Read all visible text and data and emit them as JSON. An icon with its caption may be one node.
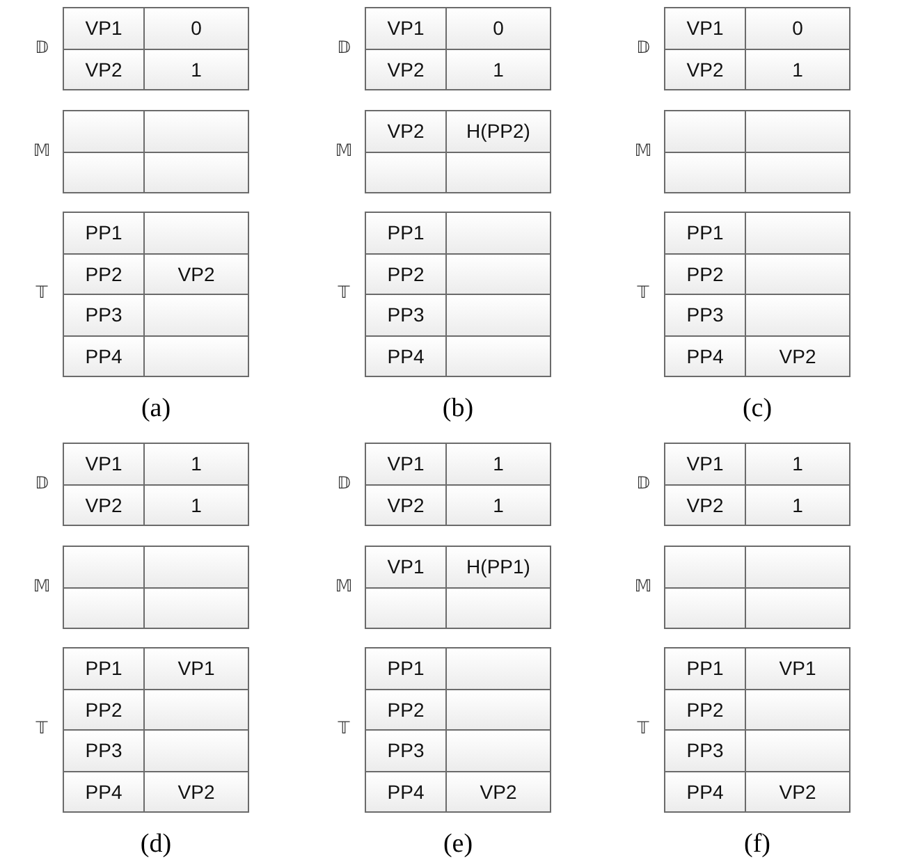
{
  "diagram": {
    "labels": [
      "𝔻",
      "VP1",
      "0",
      "VP2",
      "1",
      "𝕄",
      "𝕋",
      "PP1",
      "PP2",
      "VP2",
      "PP3",
      "PP4",
      "(a)",
      "𝔻",
      "VP1",
      "0",
      "VP2",
      "1",
      "𝕄",
      "VP2",
      "H(PP2)",
      "𝕋",
      "PP1",
      "PP2",
      "PP3",
      "PP4",
      "(b)",
      "𝔻",
      "VP1",
      "0",
      "VP2",
      "1",
      "𝕄",
      "𝕋",
      "PP1",
      "PP2",
      "PP3",
      "PP4",
      "VP2",
      "(c)",
      "𝔻",
      "VP1",
      "1",
      "VP2",
      "1",
      "𝕄",
      "𝕋",
      "PP1",
      "VP1",
      "PP2",
      "PP3",
      "PP4",
      "VP2",
      "(d)",
      "𝔻",
      "VP1",
      "1",
      "VP2",
      "1",
      "𝕄",
      "VP1",
      "H(PP1)",
      "𝕋",
      "PP1",
      "PP2",
      "PP3",
      "PP4",
      "VP2",
      "(e)",
      "𝔻",
      "VP1",
      "1",
      "VP2",
      "1",
      "𝕄",
      "𝕋",
      "PP1",
      "VP1",
      "PP2",
      "PP3",
      "PP4",
      "VP2",
      "(f)"
    ]
  }
}
